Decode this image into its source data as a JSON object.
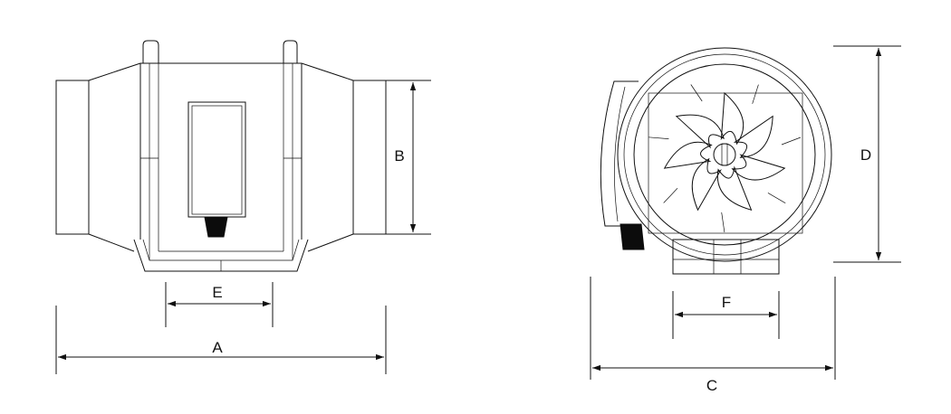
{
  "labels": {
    "a": "A",
    "b": "B",
    "c": "C",
    "d": "D",
    "e": "E",
    "f": "F"
  },
  "colors": {
    "line": "#111111",
    "background": "#ffffff"
  }
}
